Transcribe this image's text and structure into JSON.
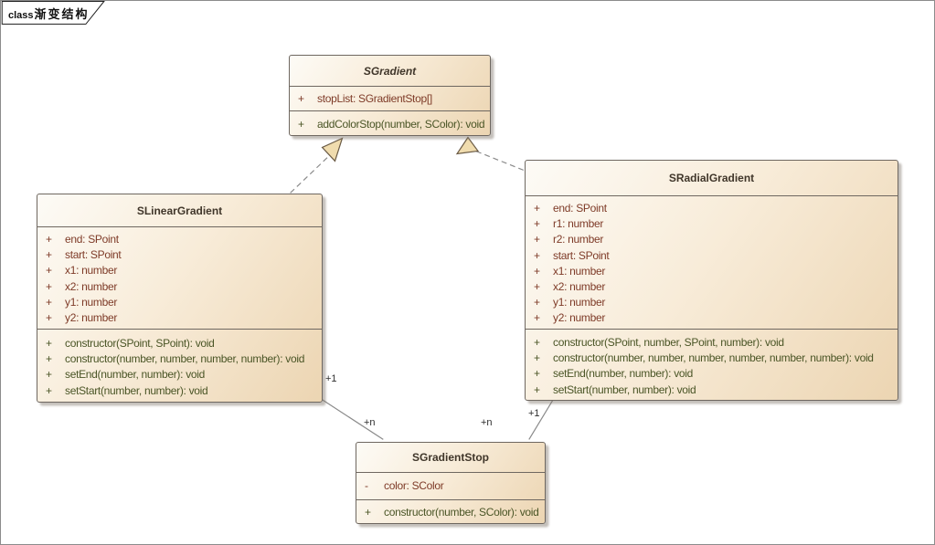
{
  "frame": {
    "label_prefix": "class",
    "label_title": "渐变结构"
  },
  "classes": {
    "sgradient": {
      "title": "SGradient",
      "stereotype": "abstract",
      "attributes": [
        {
          "sign": "+",
          "text": "stopList: SGradientStop[]"
        }
      ],
      "methods": [
        {
          "sign": "+",
          "text": "addColorStop(number, SColor): void"
        }
      ]
    },
    "slineargradient": {
      "title": "SLinearGradient",
      "attributes": [
        {
          "sign": "+",
          "text": "end: SPoint"
        },
        {
          "sign": "+",
          "text": "start: SPoint"
        },
        {
          "sign": "+",
          "text": "x1: number"
        },
        {
          "sign": "+",
          "text": "x2: number"
        },
        {
          "sign": "+",
          "text": "y1: number"
        },
        {
          "sign": "+",
          "text": "y2: number"
        }
      ],
      "methods": [
        {
          "sign": "+",
          "text": "constructor(SPoint, SPoint): void"
        },
        {
          "sign": "+",
          "text": "constructor(number, number, number, number): void"
        },
        {
          "sign": "+",
          "text": "setEnd(number, number): void"
        },
        {
          "sign": "+",
          "text": "setStart(number, number): void"
        }
      ]
    },
    "sradialgradient": {
      "title": "SRadialGradient",
      "attributes": [
        {
          "sign": "+",
          "text": "end: SPoint"
        },
        {
          "sign": "+",
          "text": "r1: number"
        },
        {
          "sign": "+",
          "text": "r2: number"
        },
        {
          "sign": "+",
          "text": "start: SPoint"
        },
        {
          "sign": "+",
          "text": "x1: number"
        },
        {
          "sign": "+",
          "text": "x2: number"
        },
        {
          "sign": "+",
          "text": "y1: number"
        },
        {
          "sign": "+",
          "text": "y2: number"
        }
      ],
      "methods": [
        {
          "sign": "+",
          "text": "constructor(SPoint, number, SPoint, number): void"
        },
        {
          "sign": "+",
          "text": "constructor(number, number, number, number, number, number): void"
        },
        {
          "sign": "+",
          "text": "setEnd(number, number): void"
        },
        {
          "sign": "+",
          "text": "setStart(number, number): void"
        }
      ]
    },
    "sgradientstop": {
      "title": "SGradientStop",
      "attributes": [
        {
          "sign": "-",
          "text": "color: SColor"
        }
      ],
      "methods": [
        {
          "sign": "+",
          "text": "constructor(number, SColor): void"
        }
      ]
    }
  },
  "connectors": {
    "linear_inherits_gradient": {
      "type": "realization"
    },
    "radial_inherits_gradient": {
      "type": "realization"
    },
    "linear_to_stop": {
      "source_multiplicity": "+1",
      "target_multiplicity": "+n"
    },
    "radial_to_stop": {
      "source_multiplicity": "+1",
      "target_multiplicity": "+n"
    }
  },
  "colors": {
    "attribute_text": "#7e3b28",
    "method_text": "#4a5526",
    "title_text": "#40362a",
    "box_border": "#6e6760",
    "box_fill_light": "#fdfbf6",
    "box_fill_dark": "#ecd5b2",
    "connector": "#8a8a8a",
    "arrowhead_fill": "#f0dcae"
  }
}
